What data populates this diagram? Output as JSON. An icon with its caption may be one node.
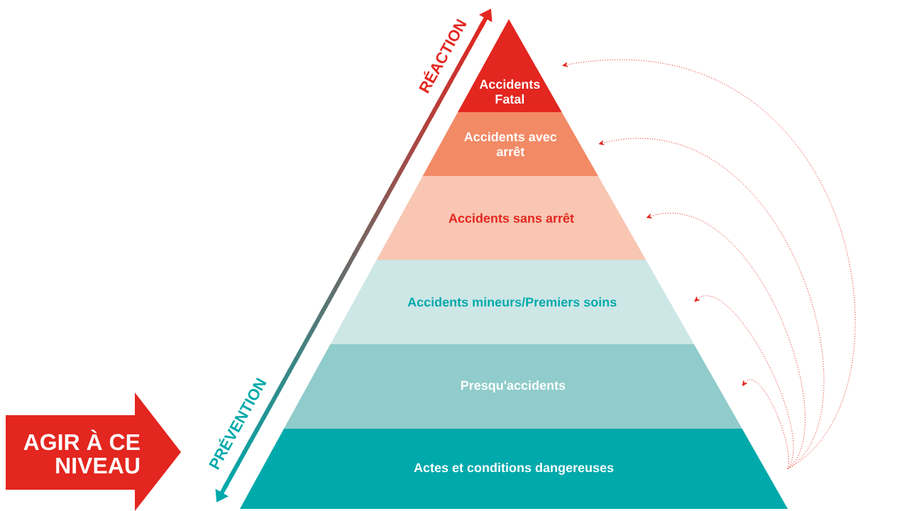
{
  "diagram": {
    "nodes": [
      {
        "text": [
          "Accidents Fatal"
        ]
      },
      {
        "text": [
          "Accidents avec arrêt"
        ]
      },
      {
        "text": [
          "Accidents sans arrêt"
        ]
      },
      {
        "text": [
          "Accidents mineurs/Premiers soins"
        ]
      },
      {
        "text": [
          "Presqu'accidents"
        ]
      },
      {
        "text": [
          "Actes et conditions dangereuses"
        ]
      },
      {
        "text": [
          "AGIR À CE NIVEAU"
        ]
      }
    ],
    "edges": [
      {
        "from": 5,
        "to": 0,
        "arrow": "to",
        "style": "dashed",
        "color": "#e3241b"
      },
      {
        "from": 5,
        "to": 1,
        "arrow": "to",
        "style": "dashed",
        "color": "#e3241b"
      },
      {
        "from": 5,
        "to": 2,
        "arrow": "to",
        "style": "dashed",
        "color": "#e3241b"
      },
      {
        "from": 5,
        "to": 3,
        "arrow": "to",
        "style": "dashed",
        "color": "#e3241b"
      },
      {
        "from": 5,
        "to": 4,
        "arrow": "to",
        "style": "dashed",
        "color": "#e3241b"
      }
    ],
    "labels": [
      "RÉACTION",
      "PRÉVENTION"
    ]
  }
}
